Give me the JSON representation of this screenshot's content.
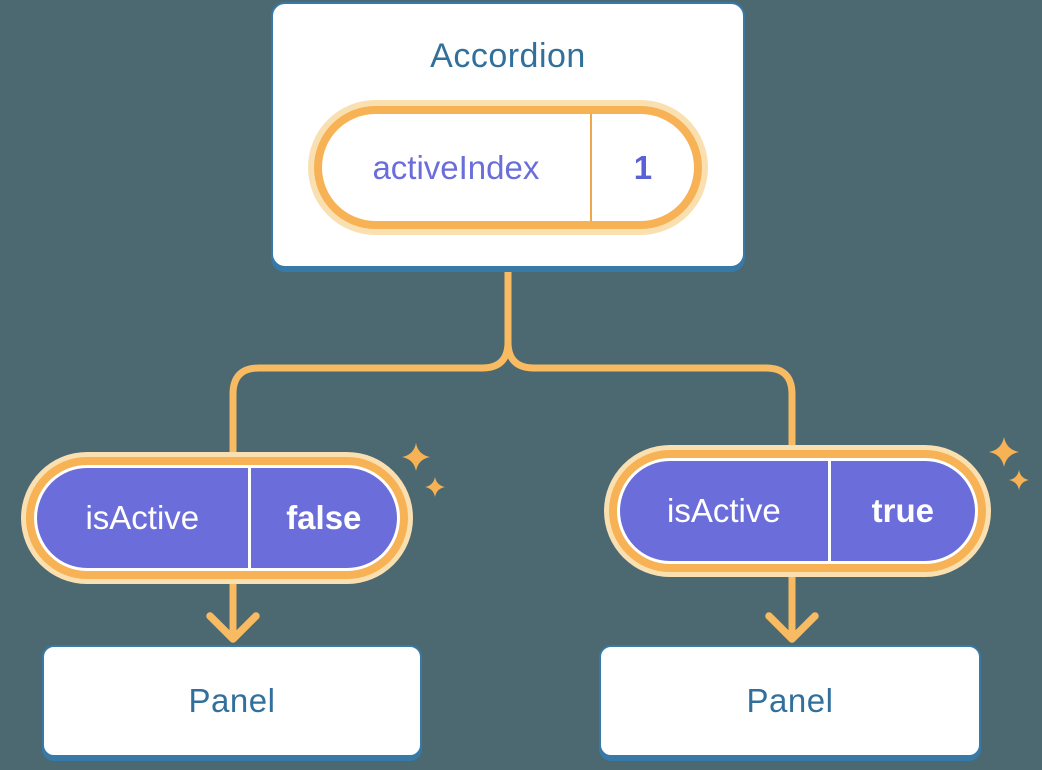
{
  "colors": {
    "bg": "#4C6972",
    "blue": "#3779A7",
    "blue-text": "#32709C",
    "orange": "#F6B254",
    "orange-line": "#F8BB61",
    "halo": "#FAE0B0",
    "orange-divider": "#F0A64C",
    "purple": "#6B6EDA",
    "white": "#FFFFFF"
  },
  "icons": {
    "sparkle": "4-point-star",
    "arrow_down": "chevron-down-arrow"
  },
  "accordion_card": {
    "title": "Accordion",
    "state_pill": {
      "label": "activeIndex",
      "value": "1"
    }
  },
  "left_branch": {
    "prop_pill": {
      "label": "isActive",
      "value": "false"
    },
    "panel": {
      "title": "Panel"
    }
  },
  "right_branch": {
    "prop_pill": {
      "label": "isActive",
      "value": "true"
    },
    "panel": {
      "title": "Panel"
    }
  }
}
